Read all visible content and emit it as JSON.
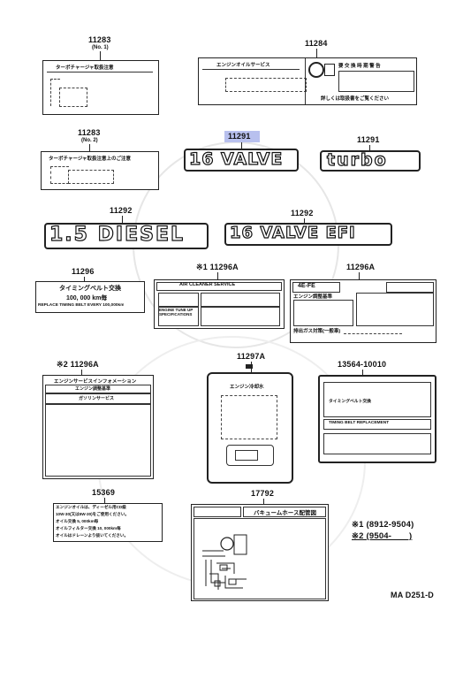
{
  "parts": {
    "p11283_1": {
      "number": "11283",
      "note": "(No. 1)",
      "text": "ターボチャージャ取扱注意"
    },
    "p11284": {
      "number": "11284",
      "title": "エンジンオイルサービス",
      "cols": "要 交 換 時 期 警 告",
      "footer": "詳しくは取扱書をご覧ください"
    },
    "p11283_2": {
      "number": "11283",
      "note": "(No. 2)",
      "text": "ターボチャージャ取扱注意上のご注意"
    },
    "p11291_a": {
      "number": "11291",
      "text": "16 VALVE"
    },
    "p11291_b": {
      "number": "11291",
      "text": "turbo"
    },
    "p11292_a": {
      "number": "11292",
      "text": "1.5 DIESEL"
    },
    "p11292_b": {
      "number": "11292",
      "text": "16 VALVE EFI"
    },
    "p11296": {
      "number": "11296",
      "line1": "タイミングベルト交換",
      "line2": "100, 000 km毎",
      "line3": "REPLACE TIMING BELT EVERY 100,000km"
    },
    "p11296A_1": {
      "number": "※1 11296A",
      "title": "AIR CLEANER SERVICE",
      "sub": "ENGINE TUNE UP SPECIFICATIONS"
    },
    "p11296A_2": {
      "number": "11296A",
      "title": "4E-FE",
      "sub": "エンジン調整基準",
      "foot": "排出ガス対策(一般車)"
    },
    "p11296A_3": {
      "number": "※2 11296A",
      "title": "エンジンサービスインフォメーション",
      "row1": "エンジン調整基準",
      "row2": "ガソリンサービス"
    },
    "p11297A": {
      "number": "11297A",
      "text": "エンジン冷却水"
    },
    "p13564": {
      "number": "13564-10010",
      "row1": "タイミングベルト交換",
      "row2": "TIMING BELT REPLACEMENT"
    },
    "p15369": {
      "number": "15369",
      "lines": [
        "エンジンオイルは、ディーゼル用CD級",
        "10W-30(又は5W-30)をご使用ください。",
        "オイル交換 5, 000km毎",
        "オイルフィルター交換 10, 000km毎",
        "オイルはドレーンより抜いてください。"
      ]
    },
    "p17792": {
      "number": "17792",
      "title": "バキュームホース配管図"
    }
  },
  "legend": {
    "item1": "※1 (8912-9504)",
    "item2": "※2 (9504-       )"
  },
  "diagram_code": "MA D251-D"
}
